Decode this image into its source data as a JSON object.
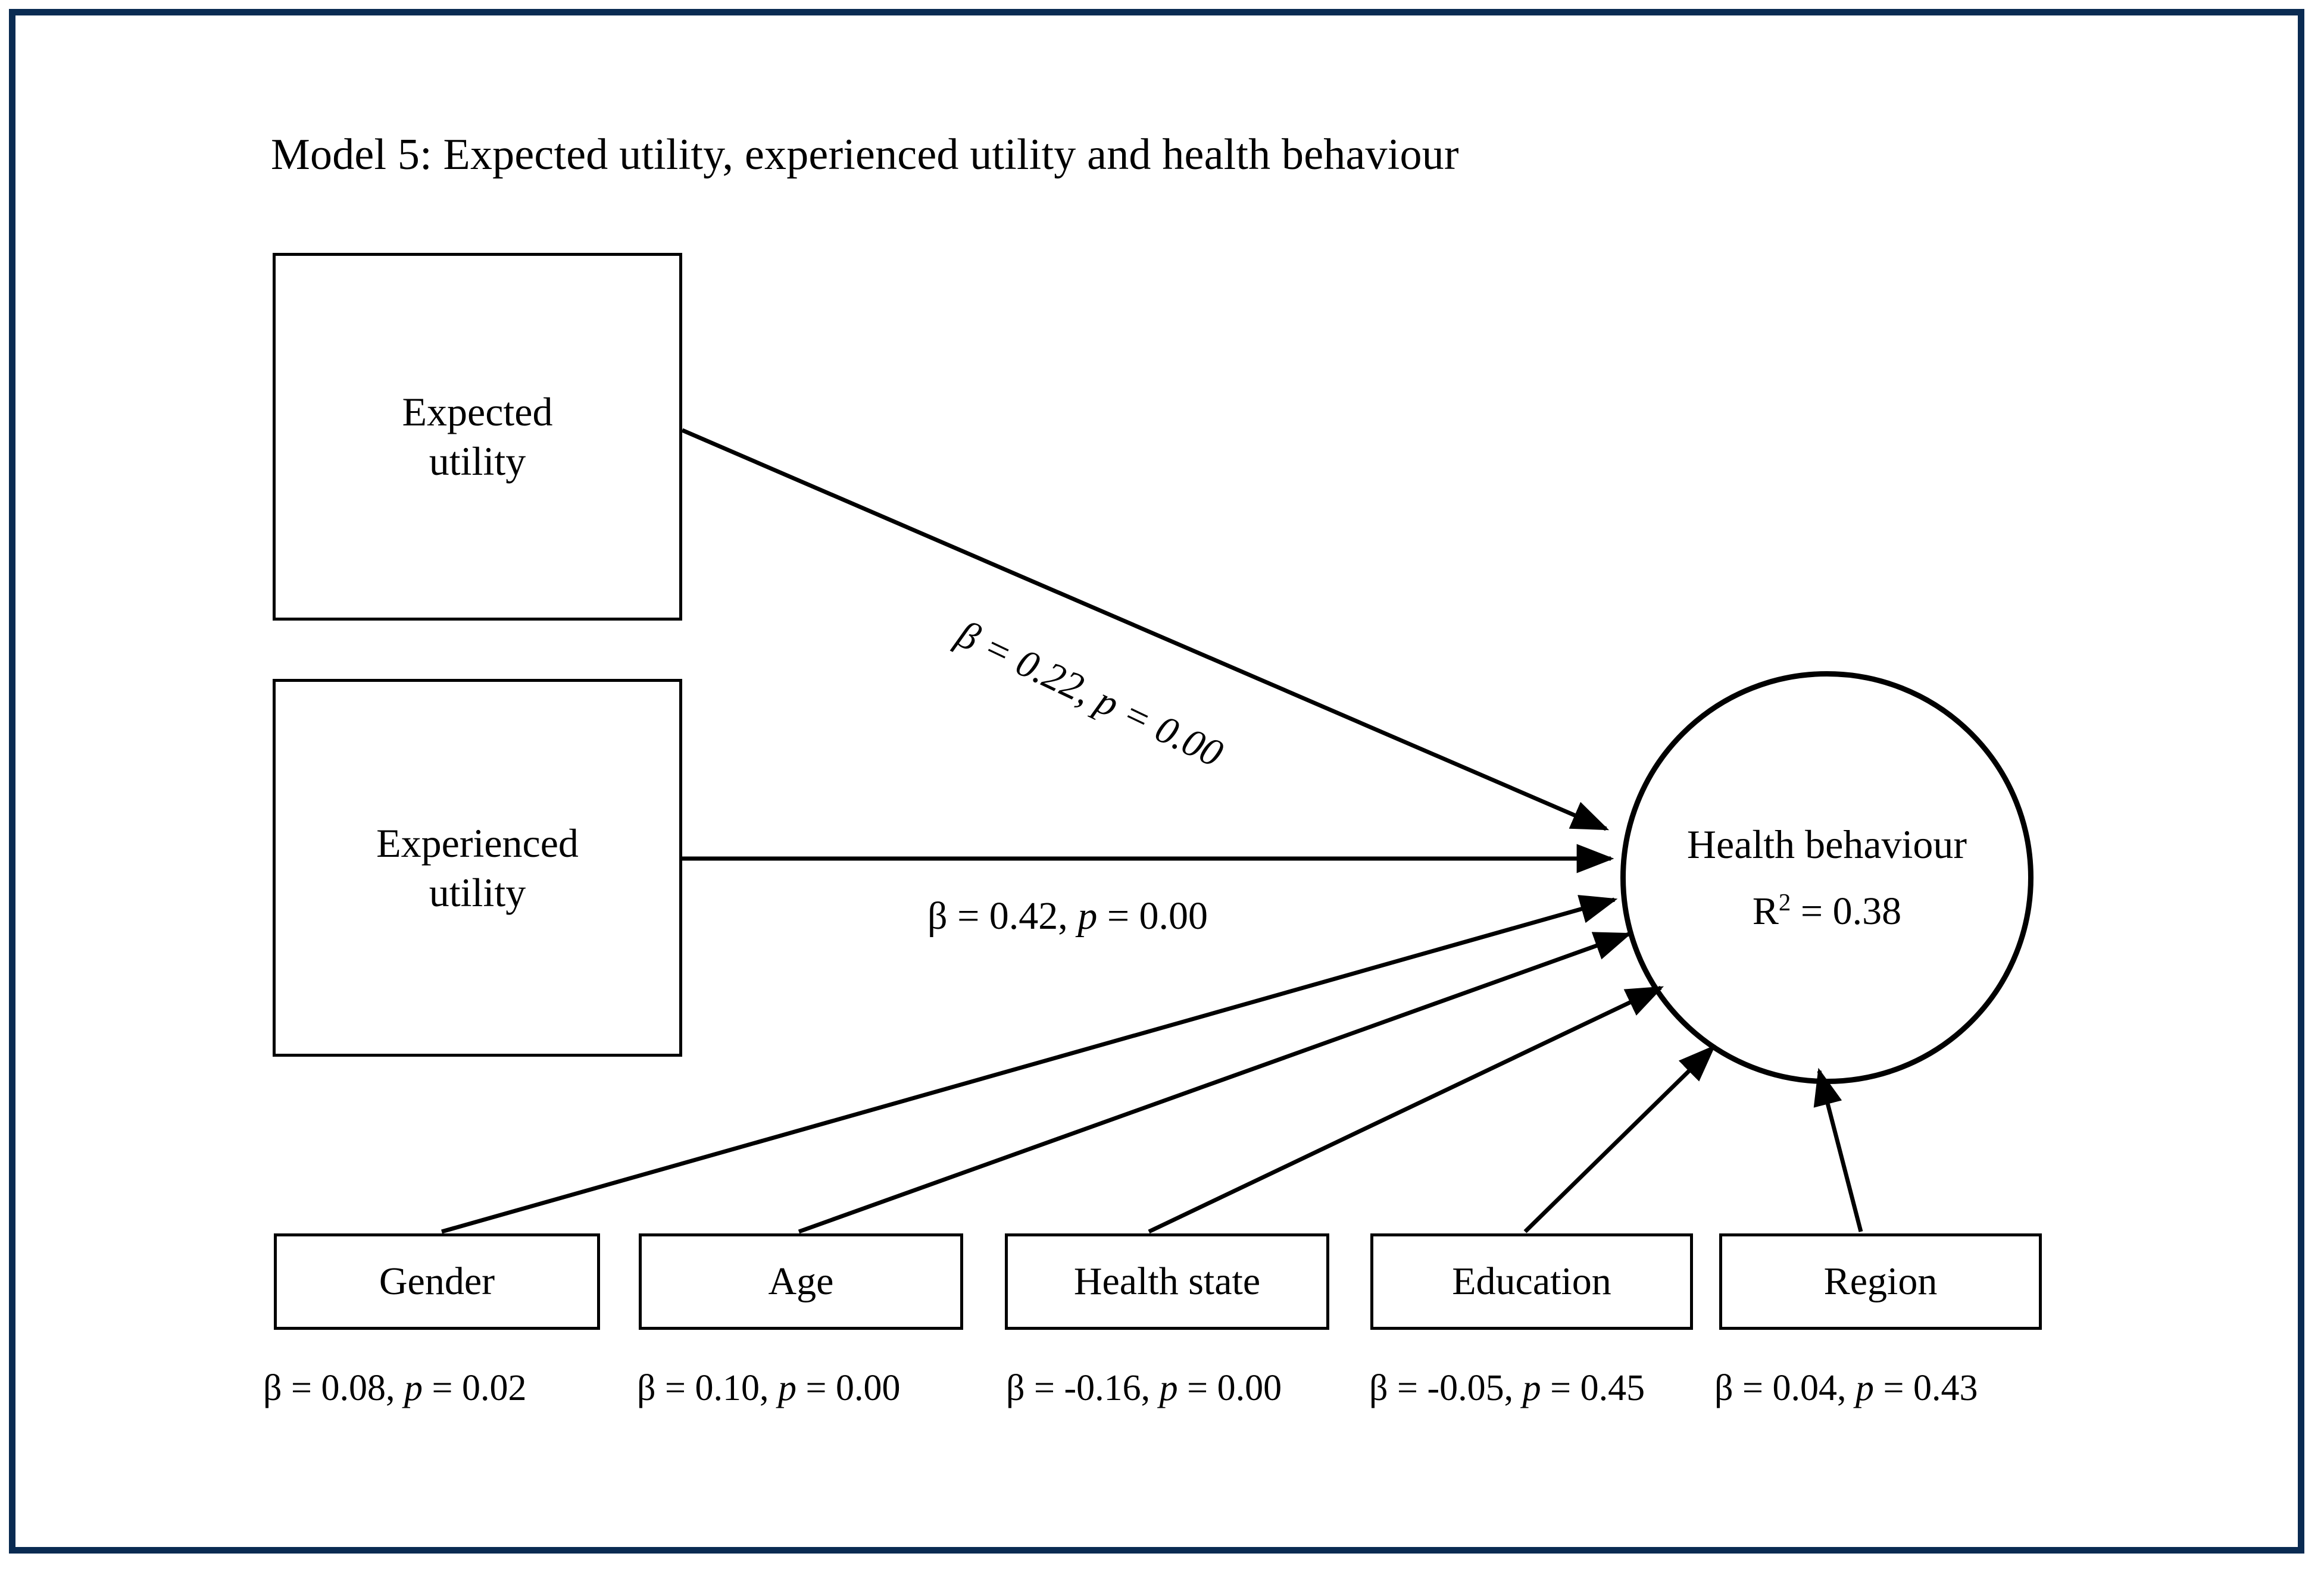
{
  "figure": {
    "title": "Model 5: Expected utility, experienced utility and health behaviour",
    "frame_color": "#0a2b52",
    "ink_color": "#000000",
    "background": "#ffffff"
  },
  "nodes": {
    "expected_utility": {
      "line1": "Expected",
      "line2": "utility"
    },
    "experienced_utility": {
      "line1": "Experienced",
      "line2": "utility"
    },
    "outcome": {
      "name": "Health behaviour",
      "r2_prefix": "R",
      "r2_exponent": "2",
      "r2_value": " = 0.38"
    }
  },
  "covariates": [
    {
      "label": "Gender",
      "stat": "β = 0.08, ",
      "stat_p": "p",
      "stat_tail": " = 0.02"
    },
    {
      "label": "Age",
      "stat": "β = 0.10, ",
      "stat_p": "p",
      "stat_tail": " = 0.00"
    },
    {
      "label": "Health state",
      "stat": "β = -0.16, ",
      "stat_p": "p",
      "stat_tail": " = 0.00"
    },
    {
      "label": "Education",
      "stat": "β = -0.05, ",
      "stat_p": "p",
      "stat_tail": " = 0.45"
    },
    {
      "label": "Region",
      "stat": "β = 0.04, ",
      "stat_p": "p",
      "stat_tail": " = 0.43"
    }
  ],
  "paths": [
    {
      "from": "expected_utility",
      "to": "outcome",
      "beta_text": "β = 0.22, ",
      "p_italic": "p",
      "p_tail": " = 0.00"
    },
    {
      "from": "experienced_utility",
      "to": "outcome",
      "beta_text": "β = 0.42, ",
      "p_italic": "p",
      "p_tail": " = 0.00"
    }
  ],
  "chart_data": {
    "type": "diagram",
    "title": "Model 5: Expected utility, experienced utility and health behaviour",
    "diagram_kind": "structural-equation-model-path-diagram",
    "latent_outcome": {
      "name": "Health behaviour",
      "r_squared": 0.38,
      "shape": "circle"
    },
    "predictors": [
      {
        "name": "Expected utility",
        "shape": "rectangle",
        "beta": 0.22,
        "p": 0.0
      },
      {
        "name": "Experienced utility",
        "shape": "rectangle",
        "beta": 0.42,
        "p": 0.0
      },
      {
        "name": "Gender",
        "shape": "rectangle",
        "beta": 0.08,
        "p": 0.02
      },
      {
        "name": "Age",
        "shape": "rectangle",
        "beta": 0.1,
        "p": 0.0
      },
      {
        "name": "Health state",
        "shape": "rectangle",
        "beta": -0.16,
        "p": 0.0
      },
      {
        "name": "Education",
        "shape": "rectangle",
        "beta": -0.05,
        "p": 0.45
      },
      {
        "name": "Region",
        "shape": "rectangle",
        "beta": 0.04,
        "p": 0.43
      }
    ],
    "edge_style": "single-headed-arrow",
    "legend": null,
    "grid": false
  }
}
